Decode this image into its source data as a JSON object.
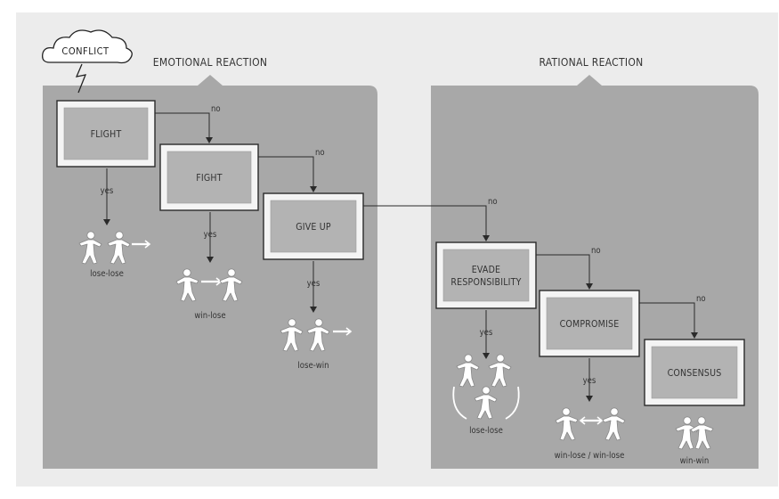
{
  "trigger": {
    "label": "CONFLICT"
  },
  "panels": {
    "emotional": {
      "title": "EMOTIONAL REACTION"
    },
    "rational": {
      "title": "RATIONAL REACTION"
    }
  },
  "steps": [
    {
      "id": "flight",
      "label_lines": [
        "FLIGHT"
      ],
      "no": "no",
      "yes": "yes",
      "outcome": "lose-lose"
    },
    {
      "id": "fight",
      "label_lines": [
        "FIGHT"
      ],
      "no": "no",
      "yes": "yes",
      "outcome": "win-lose"
    },
    {
      "id": "give-up",
      "label_lines": [
        "GIVE UP"
      ],
      "no": "no",
      "yes": "yes",
      "outcome": "lose-win"
    },
    {
      "id": "evade",
      "label_lines": [
        "EVADE",
        "RESPONSIBILITY"
      ],
      "no": "no",
      "yes": "yes",
      "outcome": "lose-lose"
    },
    {
      "id": "compromise",
      "label_lines": [
        "COMPROMISE"
      ],
      "no": "no",
      "yes": "yes",
      "outcome": "win-lose / win-lose"
    },
    {
      "id": "consensus",
      "label_lines": [
        "CONSENSUS"
      ],
      "outcome": "win-win"
    }
  ],
  "colors": {
    "page": "#ffffff",
    "sheet": "#ececec",
    "panel": "#a8a8a8",
    "box_outer": "#f4f4f4",
    "box_inner": "#b3b3b3",
    "line": "#2a2a2a",
    "figure": "#ffffff"
  }
}
